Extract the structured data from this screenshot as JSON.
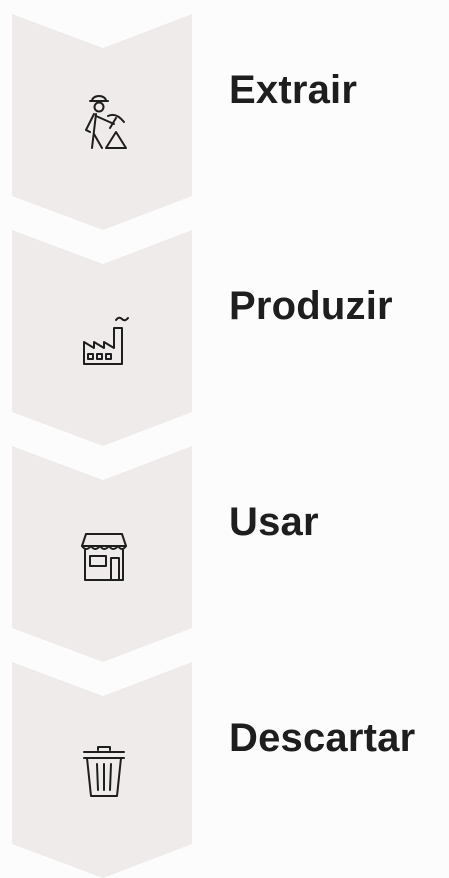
{
  "colors": {
    "background": "#fdfcfc",
    "chevron_fill": "#efebea",
    "text": "#1e1e1e",
    "icon_stroke": "#1e1e1e"
  },
  "steps": [
    {
      "label": "Extrair",
      "icon": "miner-icon"
    },
    {
      "label": "Produzir",
      "icon": "factory-icon"
    },
    {
      "label": "Usar",
      "icon": "store-icon"
    },
    {
      "label": "Descartar",
      "icon": "trash-icon"
    }
  ]
}
